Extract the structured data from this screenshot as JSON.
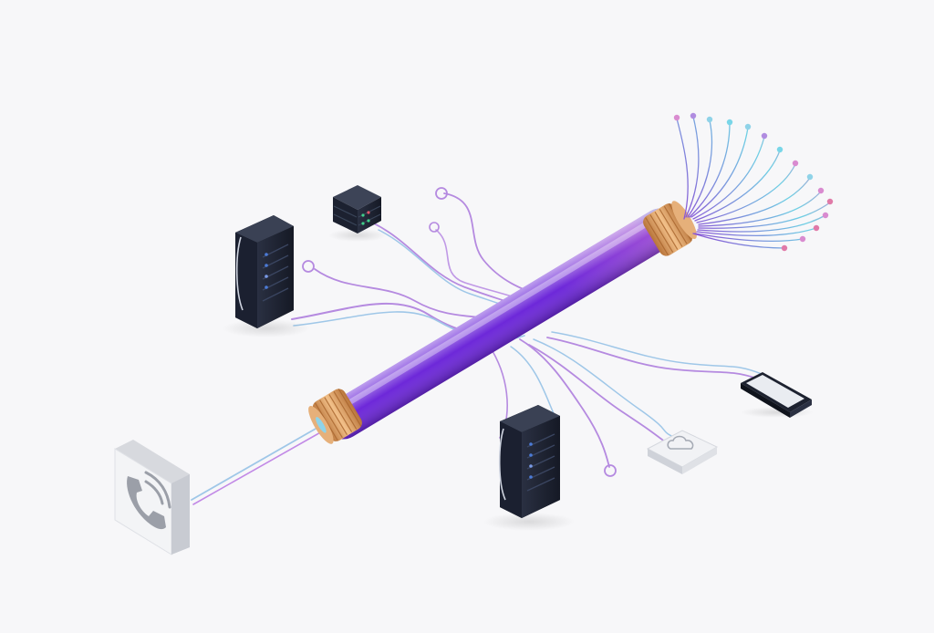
{
  "scene": {
    "background": "#f7f7f9",
    "objects": [
      "fiber-optic-cable",
      "rack-server",
      "network-switch",
      "telephone-icon",
      "cloud-icon",
      "smartphone"
    ]
  },
  "colors": {
    "cable_gradient": [
      "#7c3aed",
      "#22d3ee",
      "#4338ca",
      "#7c3aed"
    ],
    "copper": "#d99a5b",
    "wire_purple": "#b37be0",
    "wire_teal": "#5fb8d4",
    "device_dark": "#1d2230",
    "led_blue": "#4b7bd8",
    "led_green": "#3fd18a",
    "led_red": "#e0556a"
  }
}
